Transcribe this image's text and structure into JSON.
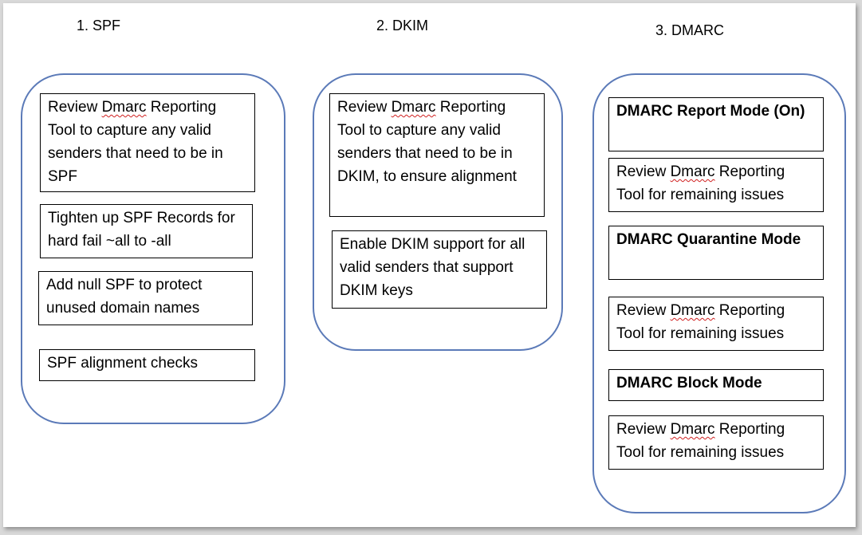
{
  "columns": [
    {
      "heading": "1. SPF",
      "boxes": [
        {
          "pre": "Review ",
          "word": "Dmarc",
          "post": " Reporting Tool to capture any valid senders that need to be in SPF"
        },
        {
          "text": "Tighten up SPF Records for hard fail  ~all to -all"
        },
        {
          "text": "Add null SPF to protect unused domain names"
        },
        {
          "text": "SPF alignment checks"
        }
      ]
    },
    {
      "heading": "2.  DKIM",
      "boxes": [
        {
          "pre": "Review ",
          "word": "Dmarc",
          "post": " Reporting Tool to capture any valid senders that need to be in DKIM, to ensure alignment"
        },
        {
          "text": "Enable DKIM support for all valid senders that support DKIM keys"
        }
      ]
    },
    {
      "heading": "3.  DMARC",
      "boxes": [
        {
          "text": "DMARC Report Mode (On)"
        },
        {
          "pre": "Review ",
          "word": "Dmarc",
          "post": " Reporting Tool for remaining issues"
        },
        {
          "text": "DMARC Quarantine Mode"
        },
        {
          "pre": "Review ",
          "word": "Dmarc",
          "post": " Reporting Tool for remaining issues"
        },
        {
          "text": "DMARC Block Mode"
        },
        {
          "pre": "Review ",
          "word": "Dmarc",
          "post": " Reporting Tool for remaining issues"
        }
      ]
    }
  ]
}
